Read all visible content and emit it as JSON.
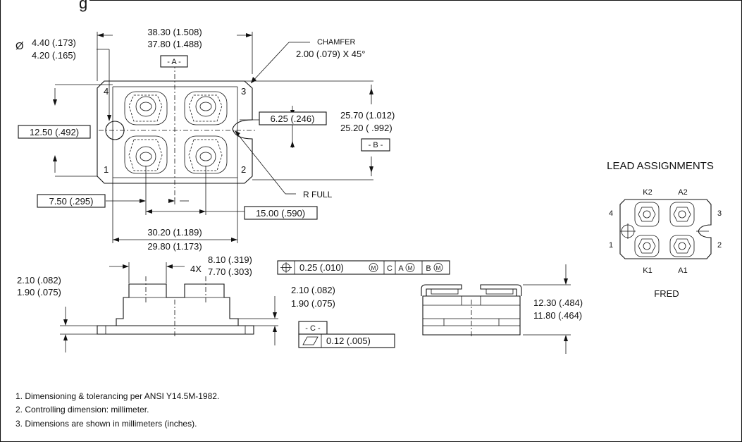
{
  "title_fragment": "g",
  "dimensions": {
    "hole_dia_symbol": "Ø",
    "hole_dia_max": "4.40 (.173)",
    "hole_dia_min": "4.20 (.165)",
    "overall_width_max": "38.30 (1.508)",
    "overall_width_min": "37.80 (1.488)",
    "datum_a": "- A -",
    "chamfer_label": "CHAMFER",
    "chamfer_value": "2.00 (.079) X 45°",
    "hole_offset": "12.50 (.492)",
    "notch_offset": "6.25 (.246)",
    "overall_height_max": "25.70 (1.012)",
    "overall_height_min": "25.20 ( .992)",
    "datum_b": "- B -",
    "r_full": "R FULL",
    "lead_offset": "7.50 (.295)",
    "lead_spacing": "15.00 (.590)",
    "hole_spacing_max": "30.20 (1.189)",
    "hole_spacing_min": "29.80 (1.173)",
    "terminal_qty": "4X",
    "terminal_width_max": "8.10 (.319)",
    "terminal_width_min": "7.70 (.303)",
    "position_tolerance": "0.25 (.010)",
    "mmc_symbol": "M",
    "datum_c_ref": "C",
    "datum_a_ref": "A",
    "datum_b_ref": "B",
    "terminal_height_max": "2.10 (.082)",
    "terminal_height_min": "1.90 (.075)",
    "base_thickness_max": "2.10 (.082)",
    "base_thickness_min": "1.90 (.075)",
    "datum_c": "- C -",
    "flatness_tolerance": "0.12 (.005)",
    "overall_thickness_max": "12.30 (.484)",
    "overall_thickness_min": "11.80 (.464)"
  },
  "pins": {
    "p4": "4",
    "p3": "3",
    "p1": "1",
    "p2": "2"
  },
  "lead_assignments": {
    "title": "LEAD ASSIGNMENTS",
    "k2": "K2",
    "a2": "A2",
    "k1": "K1",
    "a1": "A1",
    "p4": "4",
    "p3": "3",
    "p1": "1",
    "p2": "2",
    "caption": "FRED"
  },
  "notes": [
    "1. Dimensioning & tolerancing per ANSI Y14.5M-1982.",
    "2. Controlling dimension: millimeter.",
    "3. Dimensions are shown in millimeters (inches)."
  ]
}
